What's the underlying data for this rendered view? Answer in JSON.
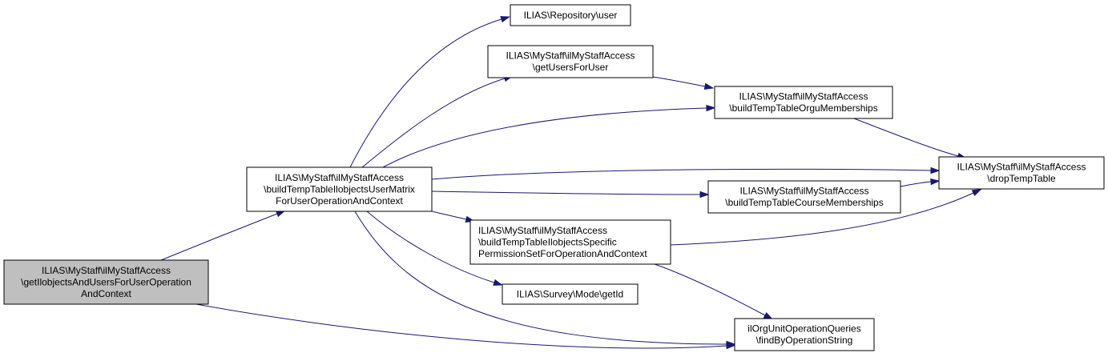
{
  "diagram": {
    "type": "call-graph",
    "colors": {
      "edge": "#191970",
      "root_fill": "#bfbfbf",
      "node_fill": "#ffffff",
      "border": "#000000"
    },
    "nodes": [
      {
        "id": "root",
        "lines": [
          "ILIAS\\MyStaff\\ilMyStaffAccess",
          "\\getIlobjectsAndUsersForUserOperation",
          "AndContext"
        ],
        "highlighted": true
      },
      {
        "id": "matrix",
        "lines": [
          "ILIAS\\MyStaff\\ilMyStaffAccess",
          "\\buildTempTableIlobjectsUserMatrix",
          "ForUserOperationAndContext"
        ]
      },
      {
        "id": "repo_user",
        "lines": [
          "ILIAS\\Repository\\user"
        ]
      },
      {
        "id": "get_users",
        "lines": [
          "ILIAS\\MyStaff\\ilMyStaffAccess",
          "\\getUsersForUser"
        ]
      },
      {
        "id": "orgu",
        "lines": [
          "ILIAS\\MyStaff\\ilMyStaffAccess",
          "\\buildTempTableOrguMemberships"
        ]
      },
      {
        "id": "drop",
        "lines": [
          "ILIAS\\MyStaff\\ilMyStaffAccess",
          "\\dropTempTable"
        ]
      },
      {
        "id": "course",
        "lines": [
          "ILIAS\\MyStaff\\ilMyStaffAccess",
          "\\buildTempTableCourseMemberships"
        ]
      },
      {
        "id": "specific",
        "lines": [
          "ILIAS\\MyStaff\\ilMyStaffAccess",
          "\\buildTempTableIlobjectsSpecific",
          "PermissionSetForOperationAndContext"
        ]
      },
      {
        "id": "getid",
        "lines": [
          "ILIAS\\Survey\\Mode\\getId"
        ]
      },
      {
        "id": "find",
        "lines": [
          "ilOrgUnitOperationQueries",
          "\\findByOperationString"
        ]
      }
    ],
    "edges": [
      {
        "from": "root",
        "to": "matrix"
      },
      {
        "from": "root",
        "to": "find"
      },
      {
        "from": "matrix",
        "to": "repo_user"
      },
      {
        "from": "matrix",
        "to": "get_users"
      },
      {
        "from": "matrix",
        "to": "orgu"
      },
      {
        "from": "matrix",
        "to": "drop"
      },
      {
        "from": "matrix",
        "to": "course"
      },
      {
        "from": "matrix",
        "to": "specific"
      },
      {
        "from": "matrix",
        "to": "getid"
      },
      {
        "from": "matrix",
        "to": "find"
      },
      {
        "from": "get_users",
        "to": "orgu"
      },
      {
        "from": "orgu",
        "to": "drop"
      },
      {
        "from": "course",
        "to": "drop"
      },
      {
        "from": "specific",
        "to": "drop"
      },
      {
        "from": "specific",
        "to": "find"
      }
    ]
  }
}
